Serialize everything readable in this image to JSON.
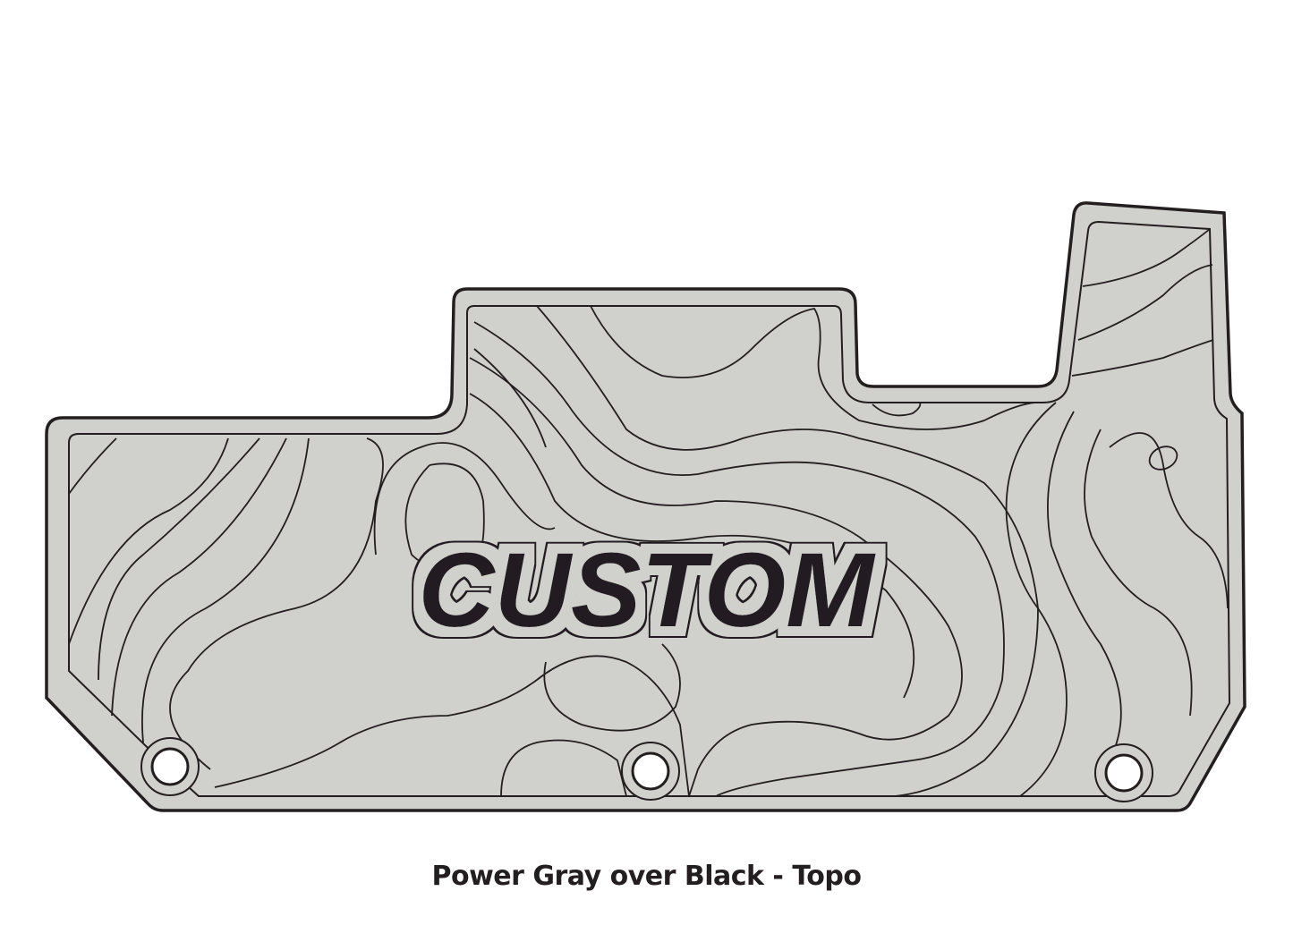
{
  "mat": {
    "logo_text": "CUSTOM",
    "caption": "Power Gray over Black  - Topo",
    "colors": {
      "fill": "#d0d0cc",
      "outline": "#231f20",
      "background": "#ffffff"
    },
    "pattern": "topo-lines",
    "mount_holes": 3
  }
}
